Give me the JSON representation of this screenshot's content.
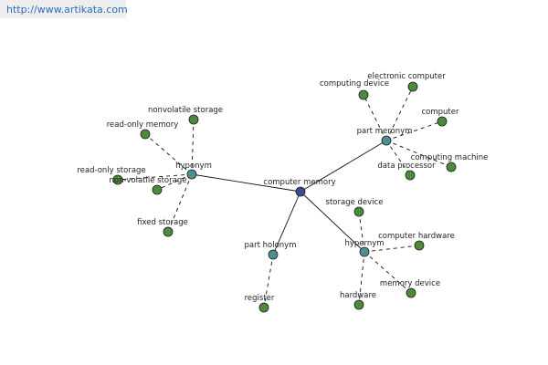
{
  "header": {
    "url": "http://www.artikata.com"
  },
  "colors": {
    "center": "#3a4e8c",
    "relation": "#4f8f8f",
    "leaf": "#4e8a3e",
    "edge": "#111111"
  },
  "graph": {
    "center": {
      "id": "computer-memory",
      "label": "computer memory"
    },
    "relations": [
      {
        "id": "hyponym-left",
        "label": "hyponym",
        "leaves": [
          {
            "id": "nonvolatile-storage-1",
            "label": "nonvolatile storage"
          },
          {
            "id": "read-only-memory",
            "label": "read-only memory"
          },
          {
            "id": "read-only-storage",
            "label": "read-only storage"
          },
          {
            "id": "non-volatile-storage",
            "label": "non-volatile storage"
          },
          {
            "id": "fixed-storage",
            "label": "fixed storage"
          }
        ]
      },
      {
        "id": "part-meronym",
        "label": "part meronym",
        "leaves": [
          {
            "id": "computing-device",
            "label": "computing device"
          },
          {
            "id": "electronic-computer",
            "label": "electronic computer"
          },
          {
            "id": "computer",
            "label": "computer"
          },
          {
            "id": "computing-machine",
            "label": "computing machine"
          },
          {
            "id": "data-processor",
            "label": "data processor"
          }
        ]
      },
      {
        "id": "part-holonym",
        "label": "part holonym",
        "leaves": [
          {
            "id": "register",
            "label": "register"
          }
        ]
      },
      {
        "id": "hypernym",
        "label": "hypernym",
        "leaves": [
          {
            "id": "storage-device",
            "label": "storage device"
          },
          {
            "id": "computer-hardware",
            "label": "computer hardware"
          },
          {
            "id": "memory-device",
            "label": "memory device"
          },
          {
            "id": "hardware",
            "label": "hardware"
          }
        ]
      }
    ]
  }
}
